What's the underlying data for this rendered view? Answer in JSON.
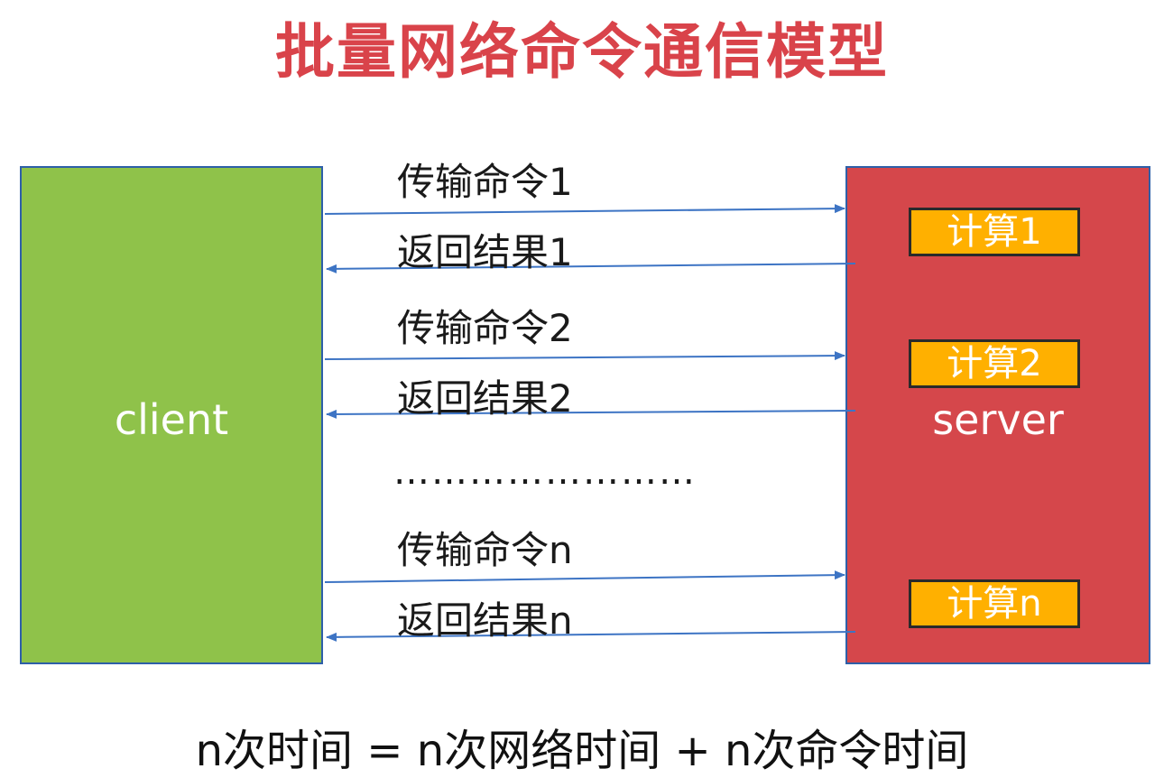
{
  "title": "批量网络命令通信模型",
  "client": {
    "label": "client",
    "color": "#8fc24a"
  },
  "server": {
    "label": "server",
    "color": "#d5474b",
    "computes": [
      "计算1",
      "计算2",
      "计算n"
    ]
  },
  "messages": {
    "send_1": "传输命令1",
    "return_1": "返回结果1",
    "send_2": "传输命令2",
    "return_2": "返回结果2",
    "ellipsis": "……………………",
    "send_n": "传输命令n",
    "return_n": "返回结果n"
  },
  "formula": "n次时间 = n次网络时间 + n次命令时间",
  "colors": {
    "title": "#d9434a",
    "arrow": "#3d74c4",
    "compute_bg": "#ffb000"
  }
}
